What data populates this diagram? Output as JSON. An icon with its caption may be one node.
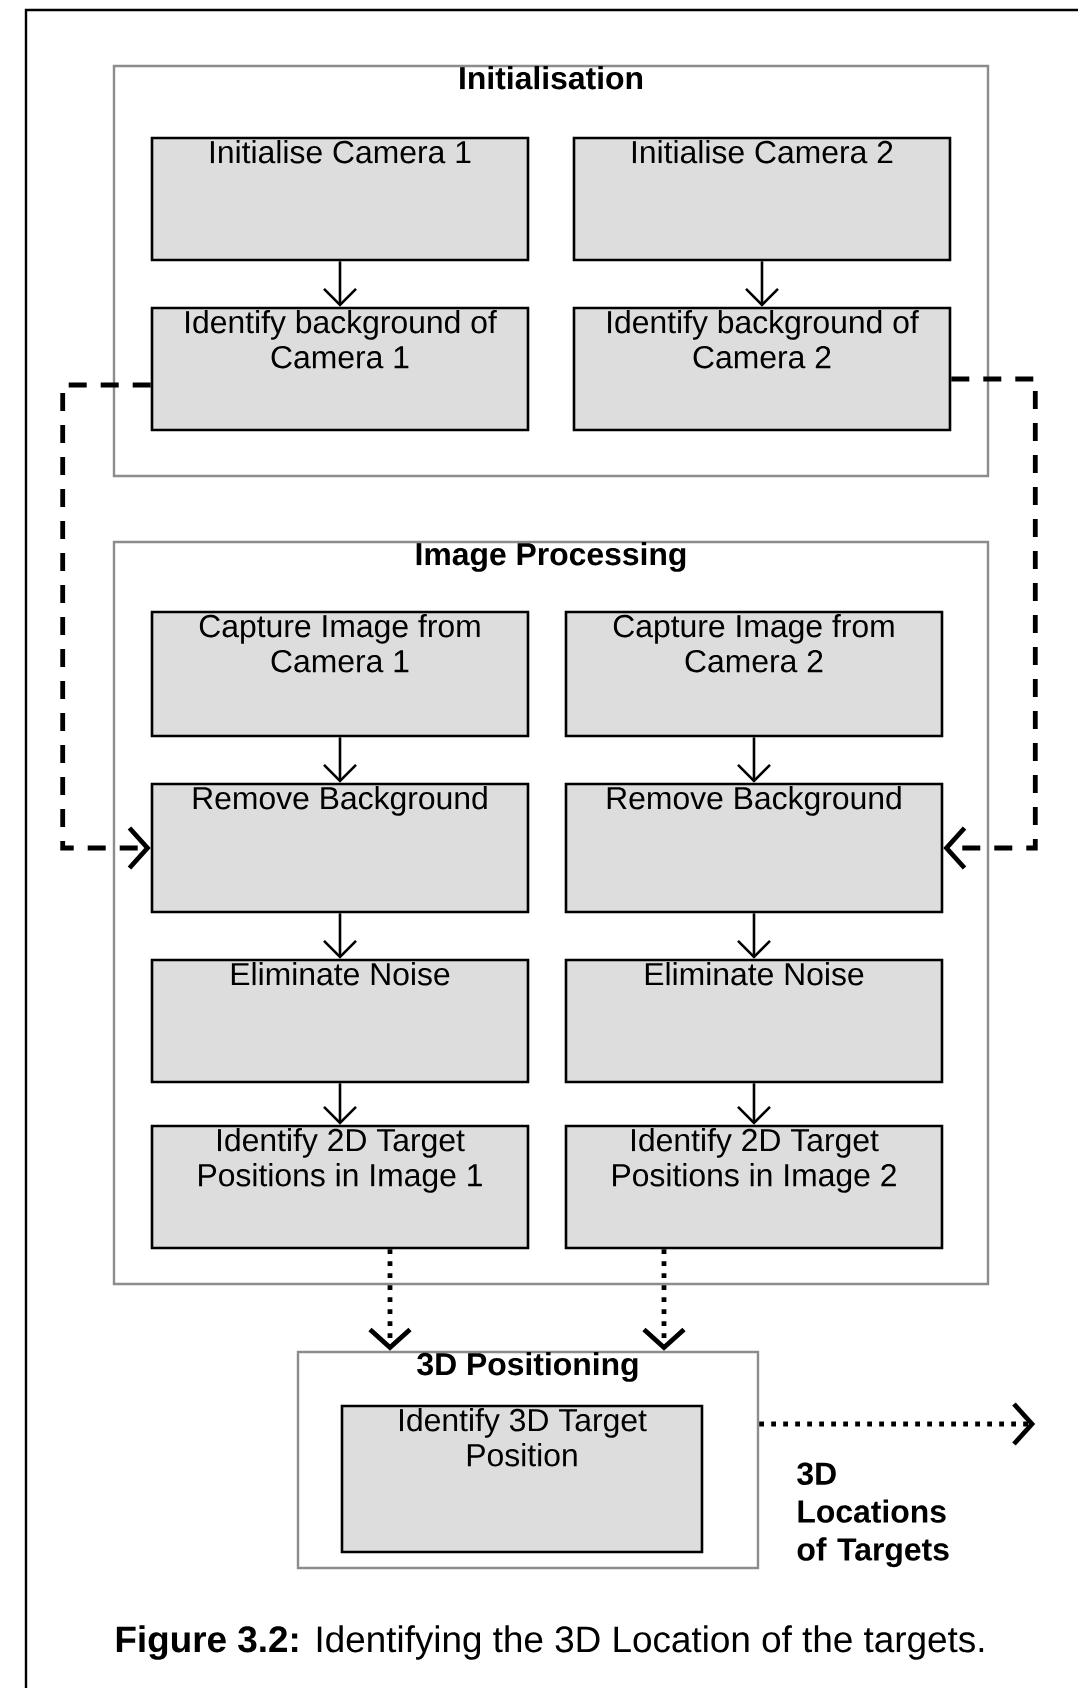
{
  "diagram": {
    "caption": "**Figure 3.2:** Identifying the 3D Location of the targets.",
    "nodes": [
      {
        "text": [
          "Initialisation"
        ]
      },
      {
        "text": [
          "Initialise Camera 1"
        ],
        "in": 0
      },
      {
        "text": [
          "Initialise Camera 2"
        ],
        "in": 0
      },
      {
        "text": [
          "Identify background of Camera 1"
        ],
        "in": 0
      },
      {
        "text": [
          "Identify background of Camera 2"
        ],
        "in": 0
      },
      {
        "text": [
          "Image Processing"
        ]
      },
      {
        "text": [
          "Capture Image from Camera 1"
        ],
        "in": 5
      },
      {
        "text": [
          "Capture Image from Camera 2"
        ],
        "in": 5
      },
      {
        "text": [
          "Remove Background"
        ],
        "in": 5
      },
      {
        "text": [
          "Remove Background"
        ],
        "in": 5
      },
      {
        "text": [
          "Eliminate Noise"
        ],
        "in": 5
      },
      {
        "text": [
          "Eliminate Noise"
        ],
        "in": 5
      },
      {
        "text": [
          "Identify 2D Target Positions in Image 1"
        ],
        "in": 5
      },
      {
        "text": [
          "Identify 2D Target Positions in Image 2"
        ],
        "in": 5
      },
      {
        "text": [
          "3D Positioning"
        ]
      },
      {
        "text": [
          "Identify 3D Target Position"
        ],
        "in": 14
      }
    ],
    "edges": [
      {
        "from": 1,
        "to": 3,
        "arrow": "to"
      },
      {
        "from": 2,
        "to": 4,
        "arrow": "to"
      },
      {
        "from": 3,
        "to": 8,
        "arrow": "to",
        "style": "dashed"
      },
      {
        "from": 4,
        "to": 9,
        "arrow": "to",
        "style": "dashed"
      },
      {
        "from": 6,
        "to": 8,
        "arrow": "to"
      },
      {
        "from": 7,
        "to": 9,
        "arrow": "to"
      },
      {
        "from": 8,
        "to": 10,
        "arrow": "to"
      },
      {
        "from": 9,
        "to": 11,
        "arrow": "to"
      },
      {
        "from": 10,
        "to": 12,
        "arrow": "to"
      },
      {
        "from": 11,
        "to": 13,
        "arrow": "to"
      },
      {
        "from": 12,
        "to": 14,
        "arrow": "to",
        "style": "dashed"
      },
      {
        "from": 13,
        "to": 14,
        "arrow": "to",
        "style": "dashed"
      },
      {
        "from": 14,
        "to": null,
        "arrow": "to",
        "style": "dashed",
        "label": "3D Locations of Targets"
      }
    ]
  }
}
